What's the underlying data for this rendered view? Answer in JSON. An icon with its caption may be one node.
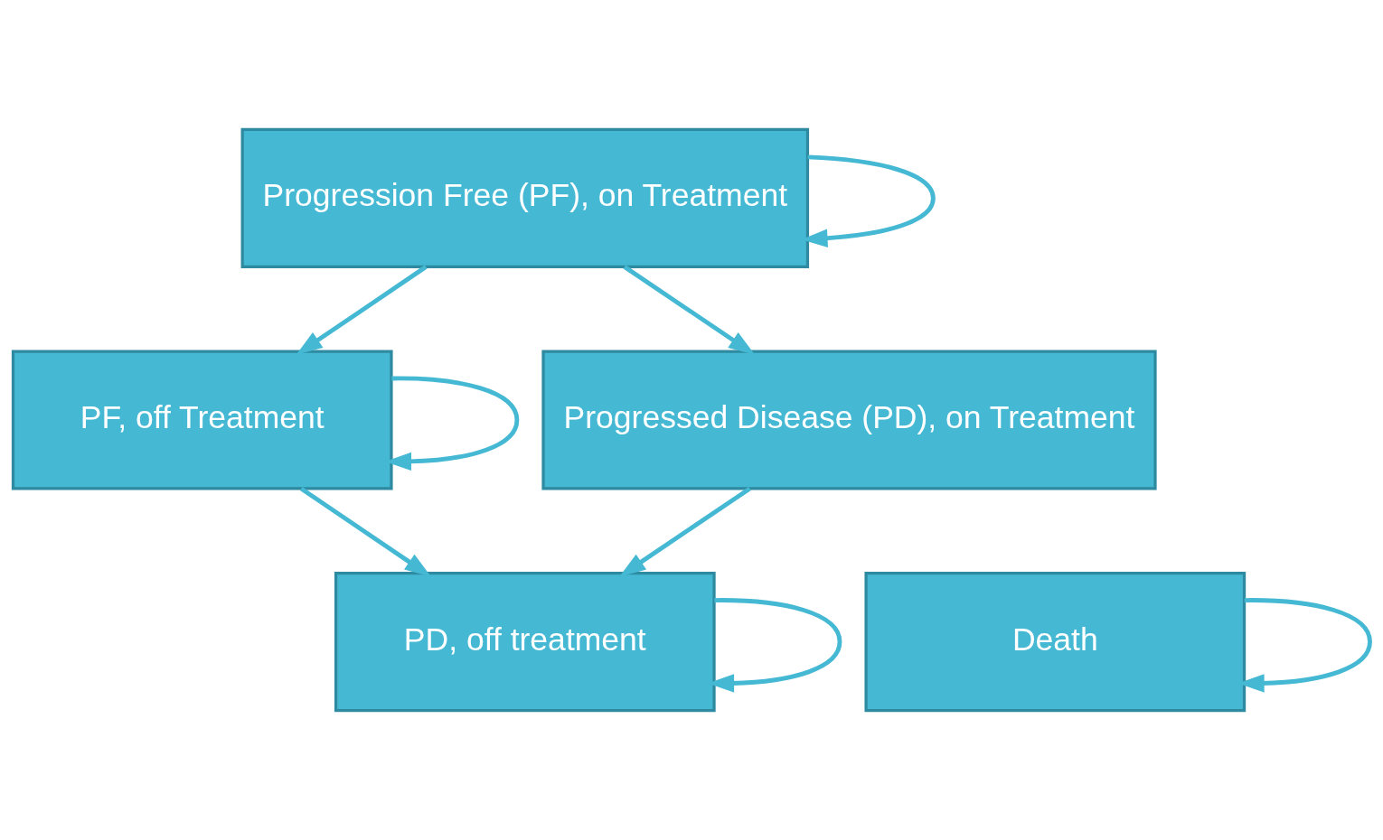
{
  "diagram": {
    "nodes": [
      {
        "text": [
          "Progression Free (PF), on Treatment"
        ]
      },
      {
        "text": [
          "PF, off Treatment"
        ]
      },
      {
        "text": [
          "Progressed Disease (PD), on Treatment"
        ]
      },
      {
        "text": [
          "PD, off treatment"
        ]
      },
      {
        "text": [
          "Death"
        ]
      }
    ],
    "edges": [
      {
        "from": 0,
        "to": 0,
        "arrow": "to"
      },
      {
        "from": 0,
        "to": 1,
        "arrow": "to"
      },
      {
        "from": 0,
        "to": 2,
        "arrow": "to"
      },
      {
        "from": 1,
        "to": 1,
        "arrow": "to"
      },
      {
        "from": 1,
        "to": 3,
        "arrow": "to"
      },
      {
        "from": 2,
        "to": 3,
        "arrow": "to"
      },
      {
        "from": 3,
        "to": 3,
        "arrow": "to"
      },
      {
        "from": 4,
        "to": 4,
        "arrow": "to"
      }
    ]
  }
}
